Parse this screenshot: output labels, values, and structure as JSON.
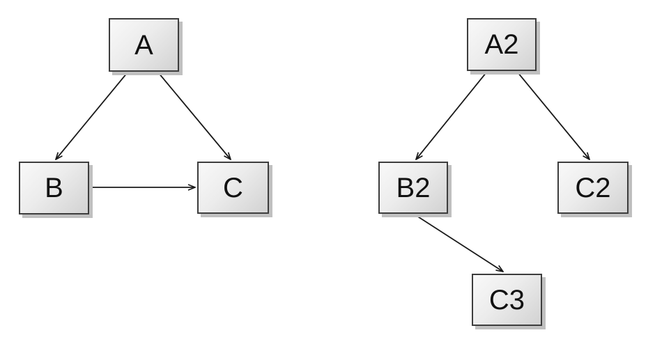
{
  "colors": {
    "canvas_bg": "#ffffff",
    "node_fill_light": "#f9f9f9",
    "node_fill_dark": "#d2d2d2",
    "node_border": "#3d3d3d",
    "node_shadow": "#c0c0c0",
    "edge_color": "#1a1a1a",
    "node_text": "#111111"
  },
  "diagrams": {
    "left": {
      "type": "directed-graph",
      "nodes": {
        "A": {
          "label": "A"
        },
        "B": {
          "label": "B"
        },
        "C": {
          "label": "C"
        }
      },
      "edges": [
        {
          "from": "A",
          "to": "B",
          "directed": true
        },
        {
          "from": "A",
          "to": "C",
          "directed": true
        },
        {
          "from": "B",
          "to": "C",
          "directed": true
        }
      ]
    },
    "right": {
      "type": "directed-graph",
      "nodes": {
        "A2": {
          "label": "A2"
        },
        "B2": {
          "label": "B2"
        },
        "C2": {
          "label": "C2"
        },
        "C3": {
          "label": "C3"
        }
      },
      "edges": [
        {
          "from": "A2",
          "to": "B2",
          "directed": true
        },
        {
          "from": "A2",
          "to": "C2",
          "directed": true
        },
        {
          "from": "B2",
          "to": "C3",
          "directed": true
        }
      ]
    }
  }
}
